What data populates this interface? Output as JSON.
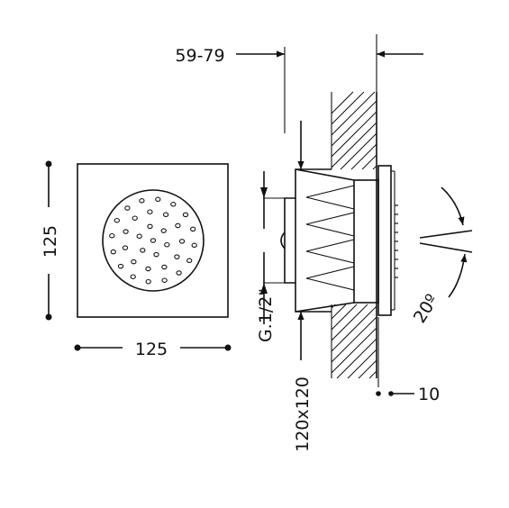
{
  "dimensions": {
    "front_height": "125",
    "front_width": "125",
    "projection": "59-79",
    "thread": "G.1/2\"",
    "body_size": "120x120",
    "plate_thickness": "10",
    "spray_angle": "20º"
  },
  "colors": {
    "line": "#111111",
    "background": "#ffffff"
  },
  "icons": [
    "dimension-arrow-icon",
    "dimension-dot-icon"
  ]
}
